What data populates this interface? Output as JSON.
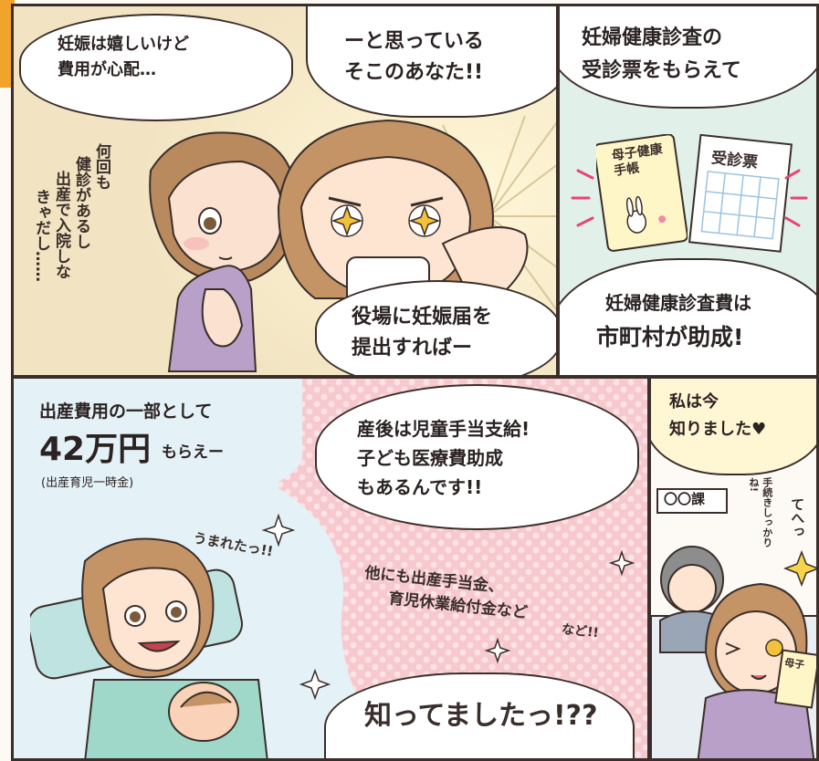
{
  "panel1": {
    "bubble_line1": "妊娠は嬉しいけど",
    "bubble_line2": "費用が心配…",
    "worry_text_col1": "何回も",
    "worry_text_col2": "健診があるし",
    "worry_text_col3": "出産で入院しな",
    "worry_text_col4": "きゃだし……"
  },
  "panel2": {
    "bubble_line1": "ーと思っている",
    "bubble_line2": "そこのあなた!!",
    "bottom_line1": "役場に妊娠届を",
    "bottom_line2": "提出すればー"
  },
  "panel3": {
    "bubble_line1": "妊婦健康診査の",
    "bubble_line2": "受診票をもらえて",
    "booklet_title": "母子健康手帳",
    "ticket_title": "受診票",
    "bottom_line1": "妊婦健康診査費は",
    "bottom_line2": "市町村が助成!"
  },
  "panel4": {
    "line1": "出産費用の一部として",
    "amount": "42万円",
    "amount_suffix": "もらえー",
    "note": "(出産育児一時金)",
    "birth_shout": "うまれたっ!!"
  },
  "panel5": {
    "bubble_line1": "産後は児童手当支給!",
    "bubble_line2": "子ども医療費助成",
    "bubble_line3": "もあるんです!!",
    "extra_line1": "他にも出産手当金、",
    "extra_line2": "育児休業給付金など",
    "extra_line3": "など!!",
    "surprise": "知ってましたっ!??"
  },
  "panel6": {
    "bubble_line1": "私は今",
    "bubble_line2": "知りました♥",
    "sign": "〇〇課",
    "clerk_note": "手続きしっかりね!",
    "heh": "てへっ",
    "booklet_small": "母子"
  },
  "colors": {
    "accent_orange": "#f2a32a",
    "panel_mint": "#e2f0ea",
    "panel_sky": "#e4f1f6",
    "dots_pink": "#f4b3ba",
    "ink": "#3a2e2a"
  }
}
